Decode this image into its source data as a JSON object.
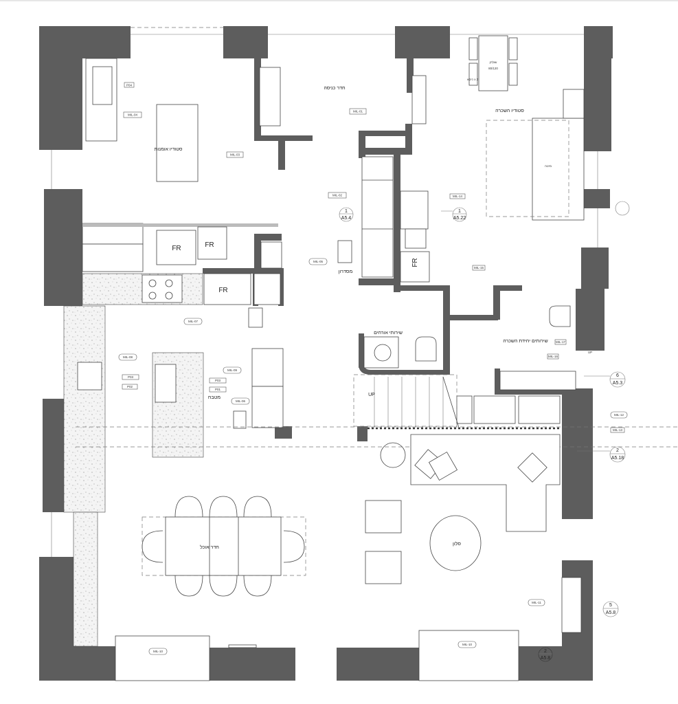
{
  "rooms": {
    "art_studio": "סטודיו אומנות",
    "entry_room": "חדר כניסה",
    "rental_studio": "סטודיו השכרה",
    "bed": "מיטה",
    "desk": "שולחן",
    "desk_size": "80/120",
    "chairs": "כיסא x 2",
    "corridor": "מסדרון",
    "guest_wc": "שירותי אורחים",
    "rental_wc": "שירותים יחידת השכרה",
    "kitchen": "מטבח",
    "dining_room": "חדר אוכל",
    "living_room": "סלון"
  },
  "appliances": {
    "fridge": "FR"
  },
  "stairs": {
    "up": "UP"
  },
  "tags": {
    "p04": "P04",
    "mil04": "MIL-04",
    "mil03": "MIL-03",
    "mil01": "MIL-01",
    "mil02": "MIL-02",
    "mil14": "MIL-14",
    "mil05": "MIL-05",
    "mil15": "MIL-15",
    "mil07": "MIL-07",
    "mil08": "MIL-08",
    "mil09": "MIL-09",
    "p03": "P03",
    "p02": "P02",
    "p01": "P01",
    "mil06": "MIL-06",
    "mil17": "MIL-17",
    "mil16": "MIL-16",
    "mil12": "MIL-12",
    "mil13": "MIL-13",
    "mil11": "MIL-11",
    "mil10": "MIL-10"
  },
  "sections": [
    {
      "num": "1",
      "sheet": "A5.4"
    },
    {
      "num": "1",
      "sheet": "A5.22"
    },
    {
      "num": "6",
      "sheet": "A5.3"
    },
    {
      "num": "2",
      "sheet": "A5.18"
    },
    {
      "num": "5",
      "sheet": "A5.8"
    },
    {
      "num": "2",
      "sheet": "A5.8"
    }
  ],
  "colors": {
    "wall": "#5d5d5d",
    "line": "#444444"
  }
}
